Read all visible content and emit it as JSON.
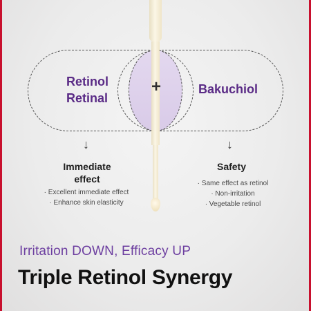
{
  "diagram": {
    "left_ingredients": [
      "Retinol",
      "Retinal"
    ],
    "plus_symbol": "+",
    "right_ingredient": "Bakuchiol",
    "arrow_symbol": "↓"
  },
  "left_column": {
    "title_lines": [
      "Immediate",
      "effect"
    ],
    "items": [
      "· Excellent immediate effect",
      "· Enhance skin elasticity"
    ]
  },
  "right_column": {
    "title": "Safety",
    "items": [
      "· Same effect as retinol",
      "· Non-irritation",
      "· Vegetable retinol"
    ]
  },
  "footer": {
    "tagline": "Irritation DOWN, Efficacy UP",
    "headline": "Triple Retinol Synergy"
  },
  "colors": {
    "purple": "#5a2b86",
    "overlap_fill": "#ddd0ea",
    "frame_red": "#c8102e"
  }
}
